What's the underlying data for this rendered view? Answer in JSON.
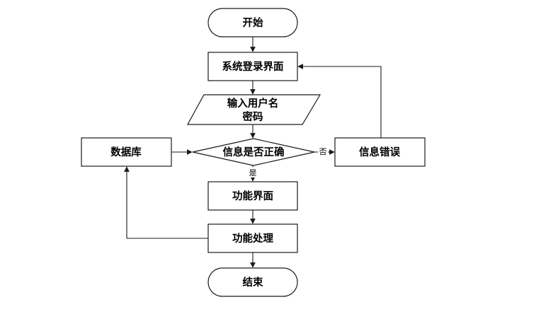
{
  "nodes": {
    "start": "开始",
    "login_page": "系统登录界面",
    "input_line1": "输入用户名",
    "input_line2": "密码",
    "check": "信息是否正确",
    "database": "数据库",
    "error": "信息错误",
    "function_page": "功能界面",
    "function_process": "功能处理",
    "end": "结束"
  },
  "edges": {
    "no_label": "否",
    "yes_label": "是"
  }
}
